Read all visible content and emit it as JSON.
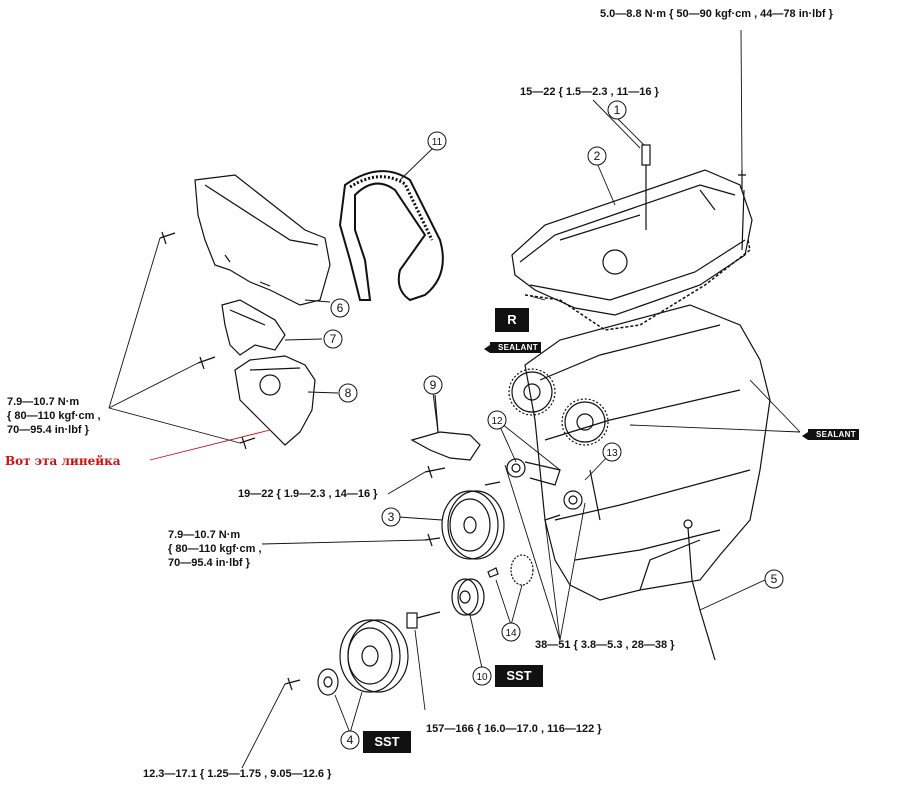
{
  "specs": {
    "head_cover_bolt": "5.0—8.8 N·m { 50—90 kgf·cm , 44—78 in·lbf }",
    "spark_plug": "15—22 { 1.5—2.3 , 11—16 }",
    "cover_bolts_line1": "7.9—10.7 N·m",
    "cover_bolts_line2": "{ 80—110 kgf·cm ,",
    "cover_bolts_line3": "70—95.4 in·lbf }",
    "bracket_bolt": "19—22 { 1.9—2.3 , 14—16 }",
    "pulley_bolts_line1": "7.9—10.7 N·m",
    "pulley_bolts_line2": "{ 80—110 kgf·cm ,",
    "pulley_bolts_line3": "70—95.4 in·lbf }",
    "idler_bolts": "38—51 { 3.8—5.3 , 28—38 }",
    "crank_bolt": "157—166 { 16.0—17.0 , 116—122 }",
    "crank_pulley_bolts": "12.3—17.1 { 1.25—1.75 , 9.05—12.6 }"
  },
  "note": "Вот эта линейка",
  "callouts": [
    "1",
    "2",
    "3",
    "4",
    "5",
    "6",
    "7",
    "8",
    "9",
    "10",
    "11",
    "12",
    "13",
    "14"
  ],
  "tags": {
    "replace": "R",
    "sst_a": "SST",
    "sst_b": "SST",
    "sealant_a": "SEALANT",
    "sealant_b": "SEALANT"
  },
  "colors": {
    "ink": "#111111",
    "note": "#cc1111"
  }
}
